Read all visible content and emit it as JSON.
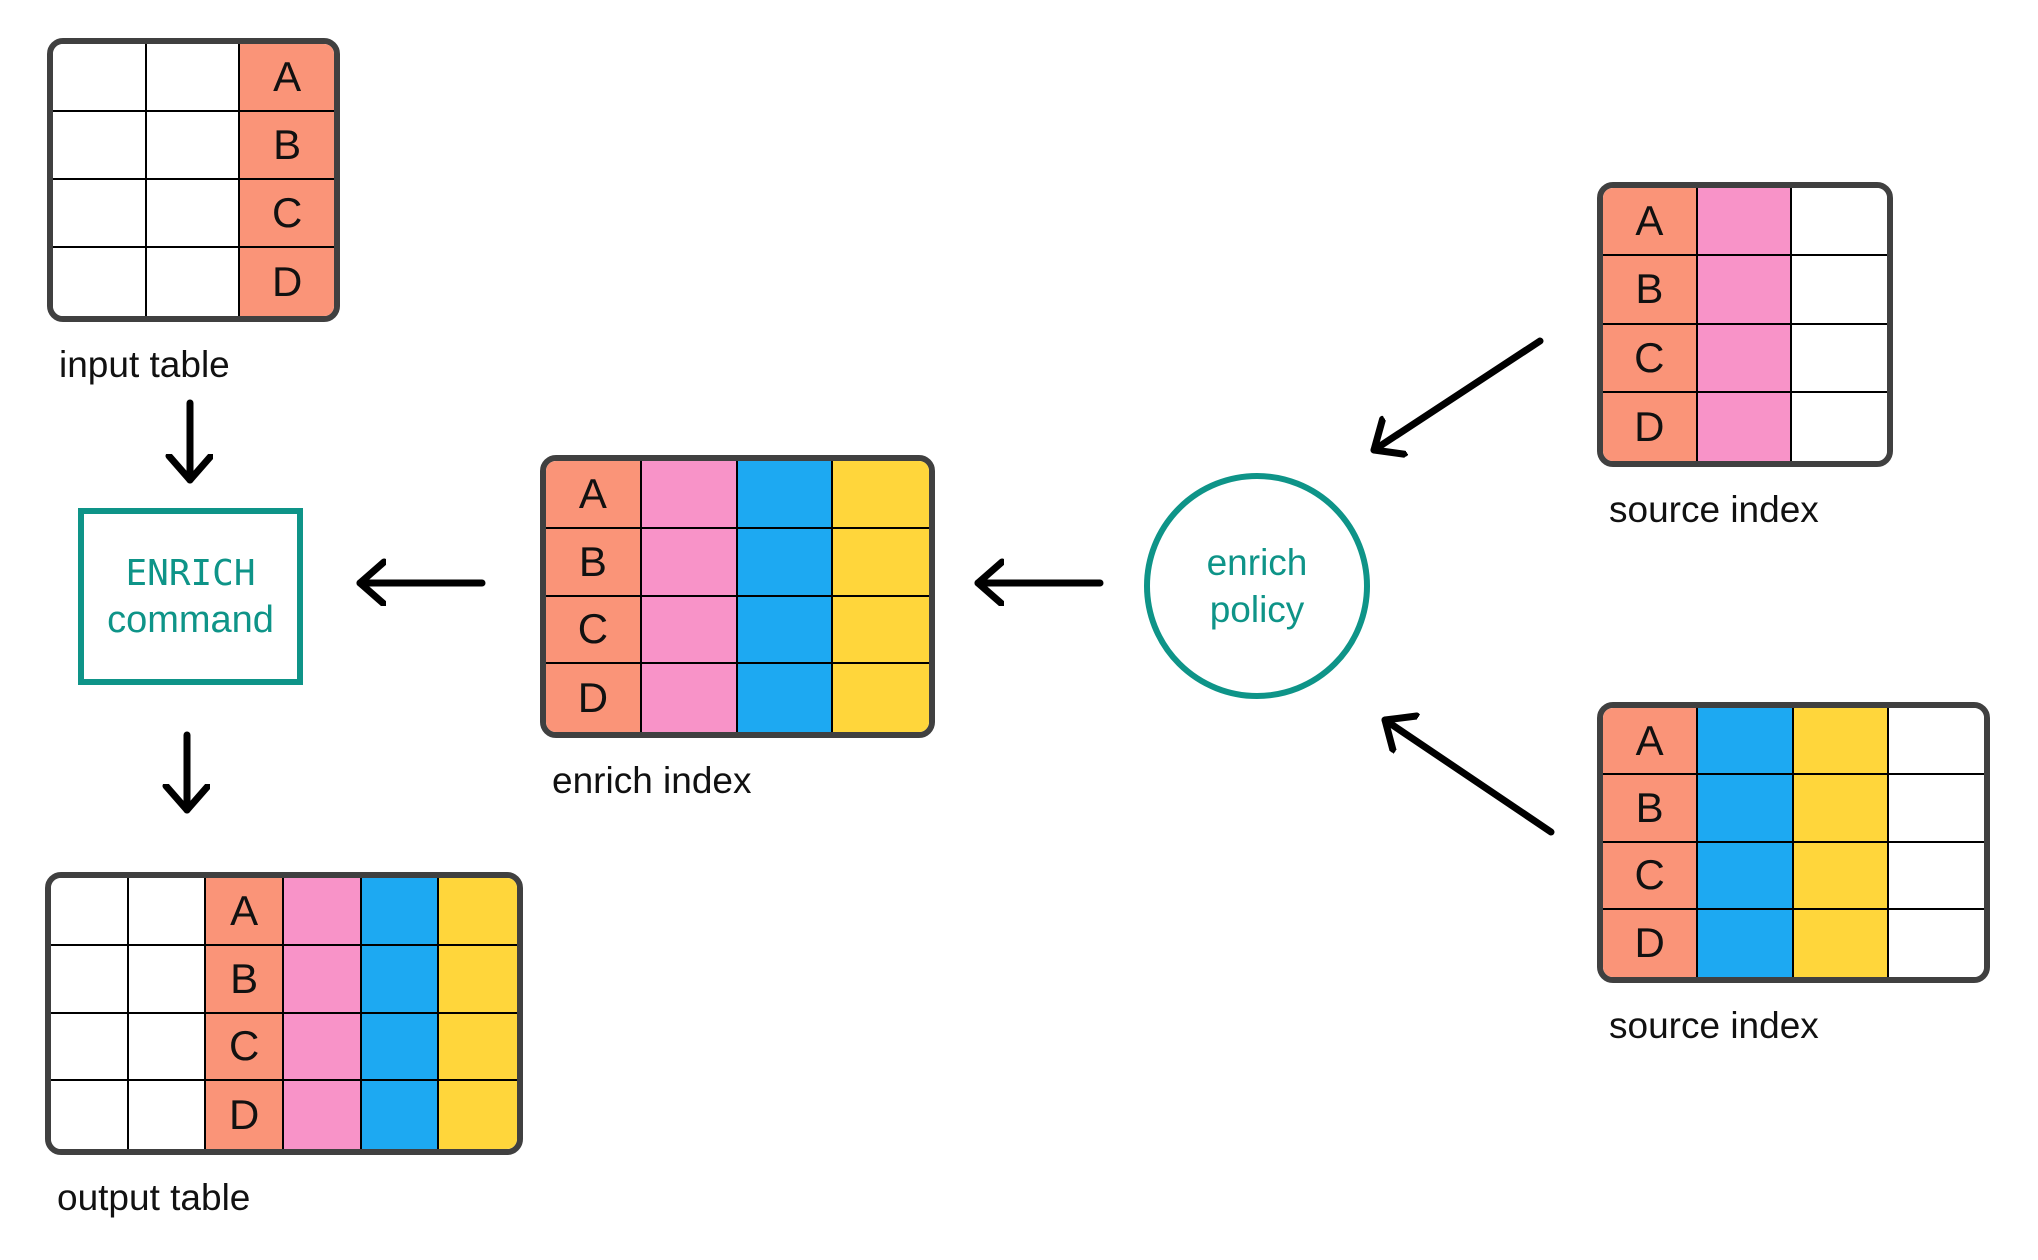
{
  "colors": {
    "salmon": "#FA9478",
    "pink": "#F893C8",
    "blue": "#1DA9F2",
    "yellow": "#FFD63B",
    "teal": "#0E9488",
    "white": "#FFFFFF",
    "table_border": "#404040",
    "grid_line": "#000000",
    "arrow": "#000000",
    "text": "#111111"
  },
  "key_letters": [
    "A",
    "B",
    "C",
    "D"
  ],
  "tables": [
    {
      "id": "input-table",
      "label": "input table",
      "columns": [
        "white",
        "white",
        "salmon"
      ],
      "letter_column": 2
    },
    {
      "id": "enrich-index",
      "label": "enrich index",
      "columns": [
        "salmon",
        "pink",
        "blue",
        "yellow"
      ],
      "letter_column": 0
    },
    {
      "id": "output-table",
      "label": "output table",
      "columns": [
        "white",
        "white",
        "salmon",
        "pink",
        "blue",
        "yellow"
      ],
      "letter_column": 2
    },
    {
      "id": "source-index-top",
      "label": "source index",
      "columns": [
        "salmon",
        "pink",
        "white"
      ],
      "letter_column": 0
    },
    {
      "id": "source-index-bottom",
      "label": "source index",
      "columns": [
        "salmon",
        "blue",
        "yellow",
        "white"
      ],
      "letter_column": 0
    }
  ],
  "nodes": {
    "enrich_command": {
      "line1": "ENRICH",
      "line2": "command"
    },
    "enrich_policy": {
      "line1": "enrich",
      "line2": "policy"
    }
  }
}
